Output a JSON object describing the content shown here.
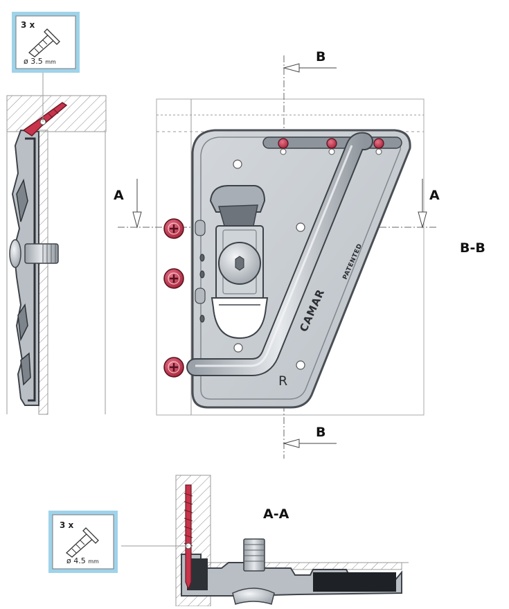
{
  "labels": {
    "section_b_top": "B",
    "section_b_bottom": "B",
    "section_a_left": "A",
    "section_a_right": "A",
    "view_bb": "B-B",
    "view_aa": "A-A"
  },
  "callouts": {
    "small_screw": {
      "quantity": "3 x",
      "diameter": "ø 3.5",
      "unit": "mm"
    },
    "large_screw": {
      "quantity": "3 x",
      "diameter": "ø 4.5",
      "unit": "mm"
    }
  },
  "bracket": {
    "brand": "CAMAR",
    "mark": "PATENTED",
    "side_letter": "R"
  },
  "colors": {
    "plate_fill": "#c9ced3",
    "plate_edge": "#4a4f55",
    "screw_head": "#c8344b",
    "callout_border": "#9fd3ea",
    "hatch": "#888888"
  }
}
